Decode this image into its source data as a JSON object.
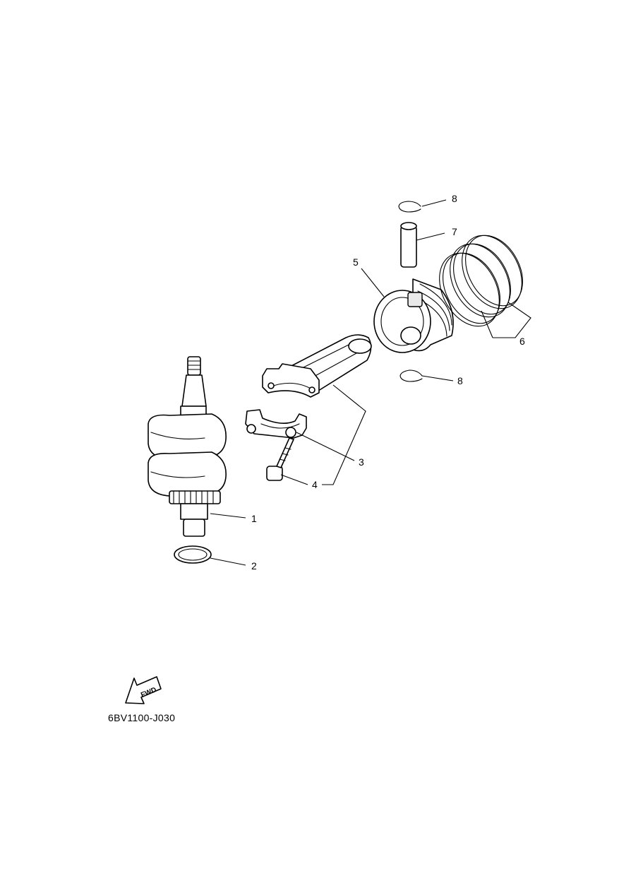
{
  "callouts": {
    "c1": "1",
    "c2": "2",
    "c3": "3",
    "c4": "4",
    "c5": "5",
    "c6": "6",
    "c7": "7",
    "c8_top": "8",
    "c8_bottom": "8"
  },
  "fwd_arrow": {
    "label": "FWD"
  },
  "diagram_code": "6BV1100-J030"
}
